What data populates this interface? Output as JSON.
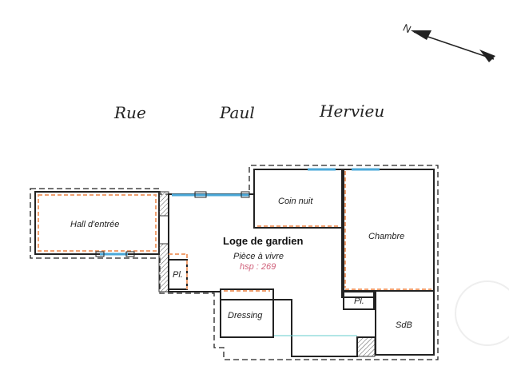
{
  "compass": {
    "label": "N"
  },
  "street": {
    "word1": "Rue",
    "word2": "Paul",
    "word3": "Hervieu"
  },
  "rooms": {
    "hall": "Hall d'entrée",
    "coin_nuit": "Coin nuit",
    "chambre": "Chambre",
    "loge": "Loge de gardien",
    "piece": "Pièce à vivre",
    "hsp": "hsp : 269",
    "placard_left": "Pl.",
    "placard_right": "Pl.",
    "dressing": "Dressing",
    "sdb": "SdB"
  },
  "colors": {
    "walls": "#222222",
    "windows": "#4aa8d8",
    "partitions": "#f0a070",
    "hsp_text": "#d0607a"
  }
}
